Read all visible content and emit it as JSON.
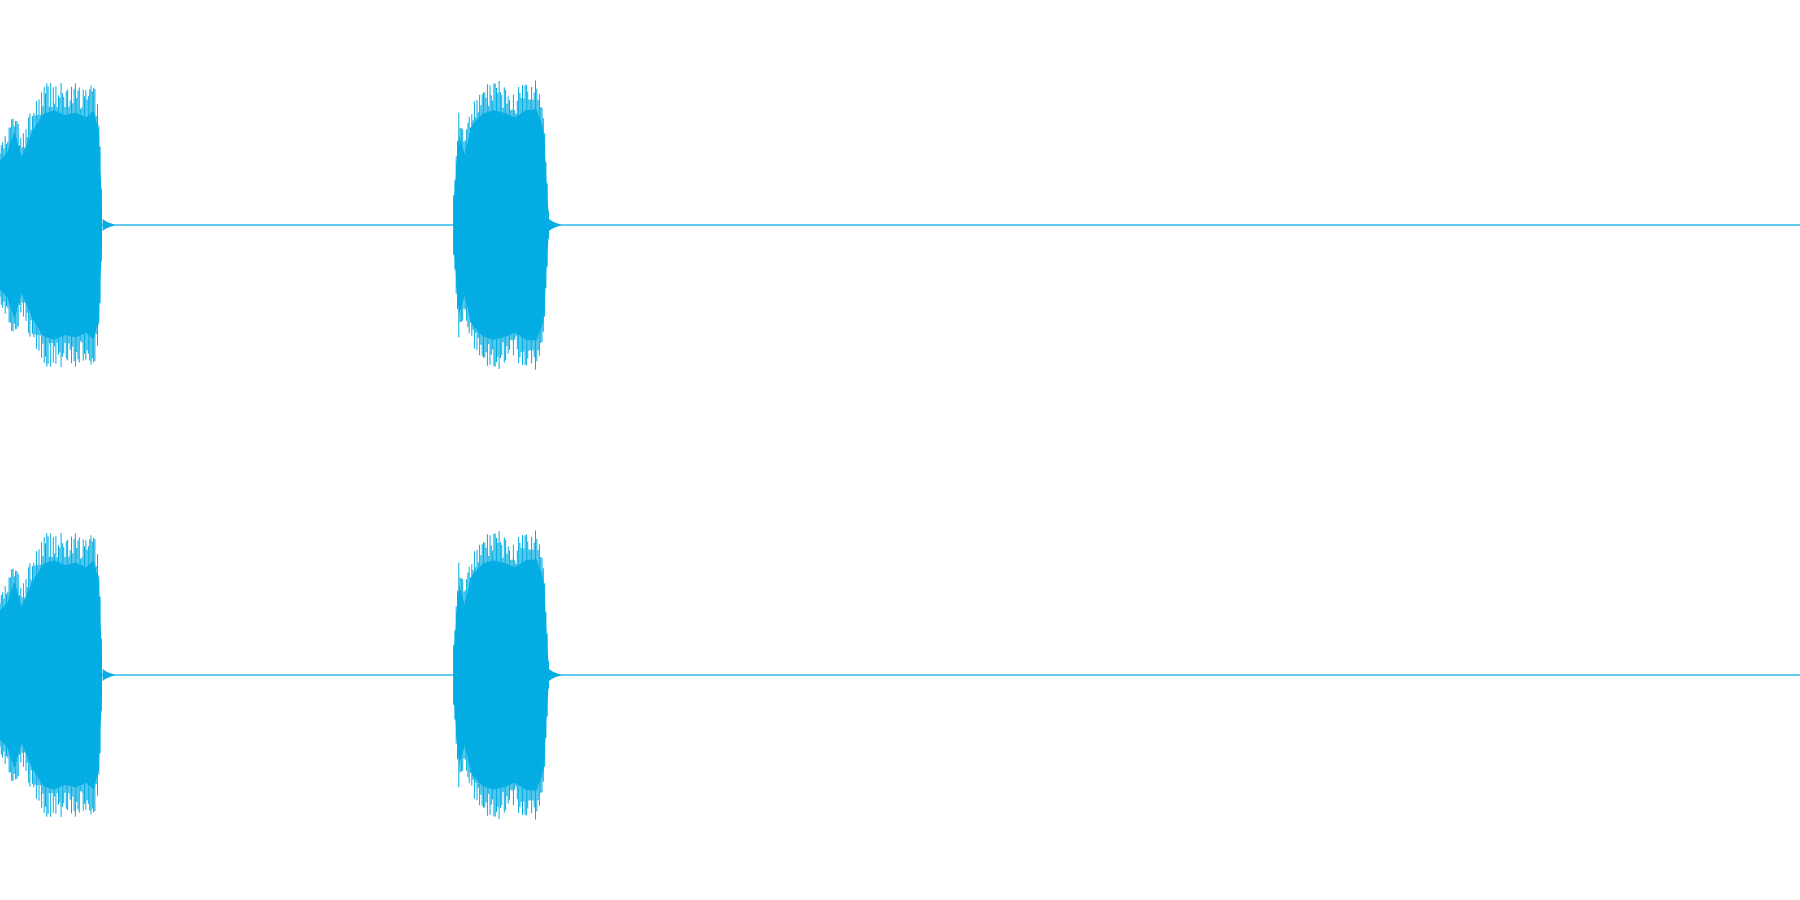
{
  "chart_data": {
    "type": "area",
    "title": "",
    "xlabel": "",
    "ylabel": "",
    "grid": false,
    "legend": "none",
    "x_unit": "fraction-of-duration",
    "xlim": [
      0,
      1
    ],
    "ylim": [
      -1,
      1
    ],
    "color": "#04ADE3",
    "channels": [
      {
        "channel": "top",
        "bursts": [
          {
            "start": 0.0,
            "end": 0.057,
            "envelope": [
              [
                0.0,
                0.55
              ],
              [
                0.004,
                0.62
              ],
              [
                0.008,
                0.8
              ],
              [
                0.012,
                0.58
              ],
              [
                0.018,
                0.8
              ],
              [
                0.024,
                0.95
              ],
              [
                0.03,
                0.98
              ],
              [
                0.036,
                0.94
              ],
              [
                0.042,
                0.96
              ],
              [
                0.048,
                0.92
              ],
              [
                0.052,
                0.98
              ],
              [
                0.055,
                0.8
              ],
              [
                0.057,
                0.02
              ]
            ]
          },
          {
            "start": 0.252,
            "end": 0.305,
            "envelope": [
              [
                0.252,
                0.2
              ],
              [
                0.255,
                0.78
              ],
              [
                0.258,
                0.6
              ],
              [
                0.262,
                0.85
              ],
              [
                0.268,
                0.95
              ],
              [
                0.274,
                0.98
              ],
              [
                0.28,
                0.96
              ],
              [
                0.286,
                0.92
              ],
              [
                0.292,
                0.98
              ],
              [
                0.298,
                0.99
              ],
              [
                0.302,
                0.82
              ],
              [
                0.305,
                0.03
              ]
            ]
          }
        ]
      },
      {
        "channel": "bottom",
        "bursts": [
          {
            "start": 0.0,
            "end": 0.057,
            "envelope": [
              [
                0.0,
                0.55
              ],
              [
                0.004,
                0.62
              ],
              [
                0.008,
                0.8
              ],
              [
                0.012,
                0.58
              ],
              [
                0.018,
                0.8
              ],
              [
                0.024,
                0.95
              ],
              [
                0.03,
                0.98
              ],
              [
                0.036,
                0.94
              ],
              [
                0.042,
                0.96
              ],
              [
                0.048,
                0.92
              ],
              [
                0.052,
                0.98
              ],
              [
                0.055,
                0.8
              ],
              [
                0.057,
                0.02
              ]
            ]
          },
          {
            "start": 0.252,
            "end": 0.305,
            "envelope": [
              [
                0.252,
                0.2
              ],
              [
                0.255,
                0.78
              ],
              [
                0.258,
                0.6
              ],
              [
                0.262,
                0.85
              ],
              [
                0.268,
                0.95
              ],
              [
                0.274,
                0.98
              ],
              [
                0.28,
                0.96
              ],
              [
                0.286,
                0.92
              ],
              [
                0.292,
                0.98
              ],
              [
                0.298,
                0.99
              ],
              [
                0.302,
                0.82
              ],
              [
                0.305,
                0.03
              ]
            ]
          }
        ]
      }
    ]
  }
}
